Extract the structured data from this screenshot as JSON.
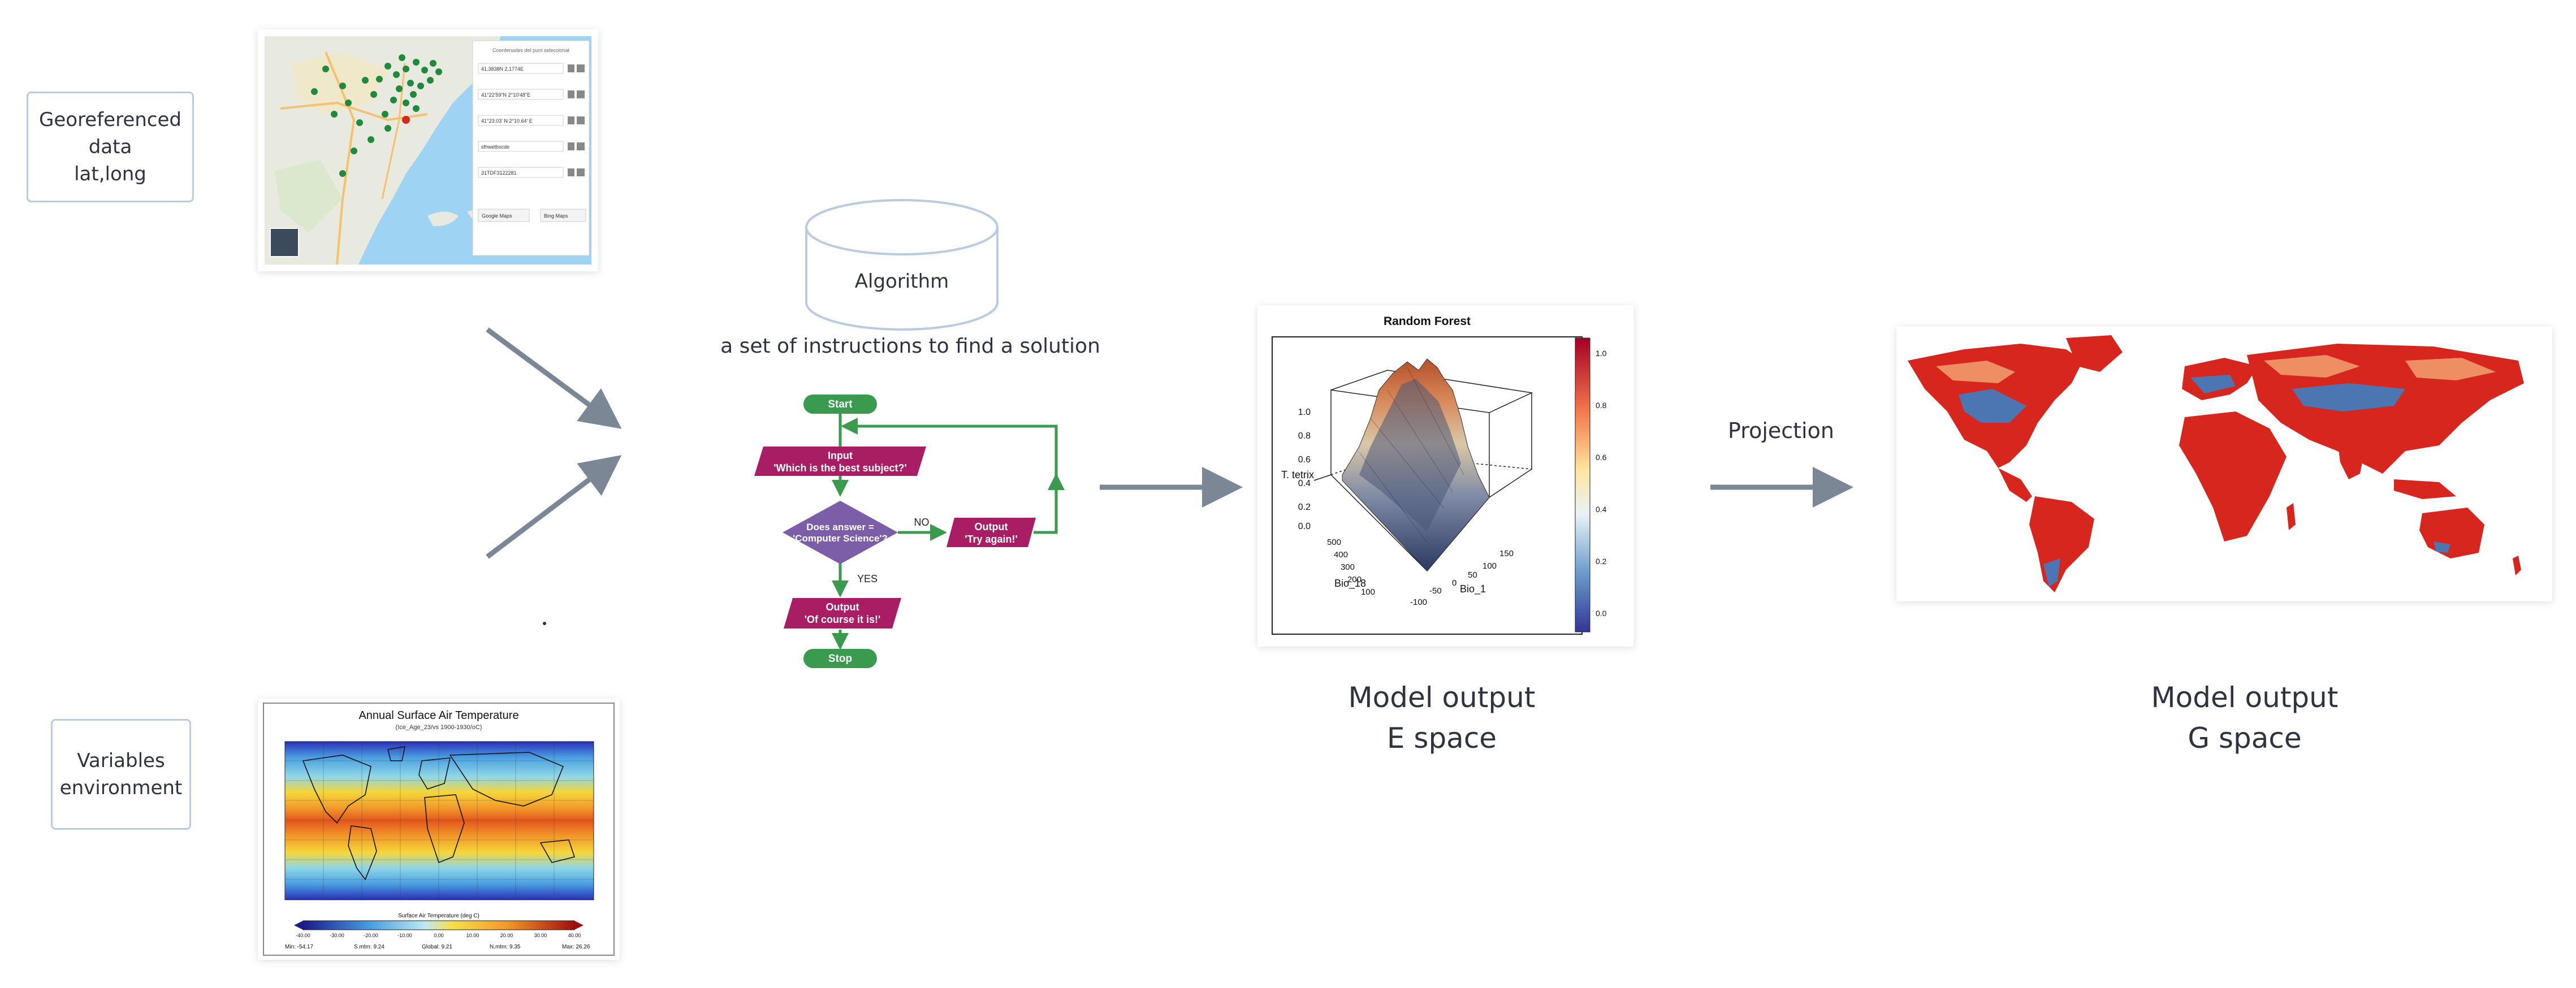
{
  "inputs": {
    "georef_label": "Georeferenced\ndata\nlat,long",
    "variables_label": "Variables\nenvironment"
  },
  "map_panel": {
    "title": "Coordenades del punt seleccionat",
    "fields": [
      {
        "label": "",
        "value": "41.3838N 2.1774E"
      },
      {
        "label": "",
        "value": "41°22'59\"N 2°10'48\"E"
      },
      {
        "label": "",
        "value": "41°23.03' N 2°10.64' E"
      },
      {
        "label": "",
        "value": "sfhwetbxcde"
      },
      {
        "label": "",
        "value": "31TDF3122281"
      }
    ],
    "buttons": [
      "Google Maps",
      "Bing Maps"
    ]
  },
  "temp_map": {
    "title": "Annual Surface Air Temperature",
    "subtitle": "(Ice_Age_23/vs 1900-1930/oC)",
    "colorbar_label": "Surface Air Temperature (deg C)",
    "ticks": [
      "-40.00",
      "-30.00",
      "-20.00",
      "-10.00",
      "0.00",
      "10.00",
      "20.00",
      "30.00",
      "40.00"
    ],
    "stats": [
      "Min: -54.17",
      "S.mtm: 9.24",
      "Global: 9.21",
      "N.mtm: 9.35",
      "Max: 26.26"
    ]
  },
  "algorithm": {
    "title": "Algorithm",
    "subtitle": "a set of instructions to find a solution"
  },
  "flowchart": {
    "start": "Start",
    "input_line1": "Input",
    "input_line2": "'Which is the best subject?'",
    "decision_line1": "Does answer =",
    "decision_line2": "'Computer Science'?",
    "no": "NO",
    "yes": "YES",
    "output_try_line1": "Output",
    "output_try_line2": "'Try again!'",
    "output_ok_line1": "Output",
    "output_ok_line2": "'Of course it is!'",
    "stop": "Stop"
  },
  "rf_plot": {
    "title": "Random Forest",
    "zlabel": "T. tetrix",
    "xlabel": "Bio_18",
    "ylabel": "Bio_1",
    "zticks": [
      "1.0",
      "0.8",
      "0.6",
      "0.4",
      "0.2",
      "0.0"
    ],
    "xticks": [
      "500",
      "400",
      "300",
      "200",
      "100"
    ],
    "yticks": [
      "150",
      "100",
      "50",
      "0",
      "-50",
      "-100"
    ],
    "colorbar_ticks": [
      "1.0",
      "0.8",
      "0.6",
      "0.4",
      "0.2",
      "0.0"
    ]
  },
  "projection_label": "Projection",
  "captions": {
    "e_space_line1": "Model output",
    "e_space_line2": "E space",
    "g_space_line1": "Model output",
    "g_space_line2": "G space"
  },
  "colors": {
    "arrow": "#7b8794",
    "flow_green": "#3a9a4e",
    "flow_magenta": "#a81d63",
    "flow_purple": "#7b5ea7",
    "map_red": "#d7261e",
    "map_blue": "#3d7fc1"
  }
}
